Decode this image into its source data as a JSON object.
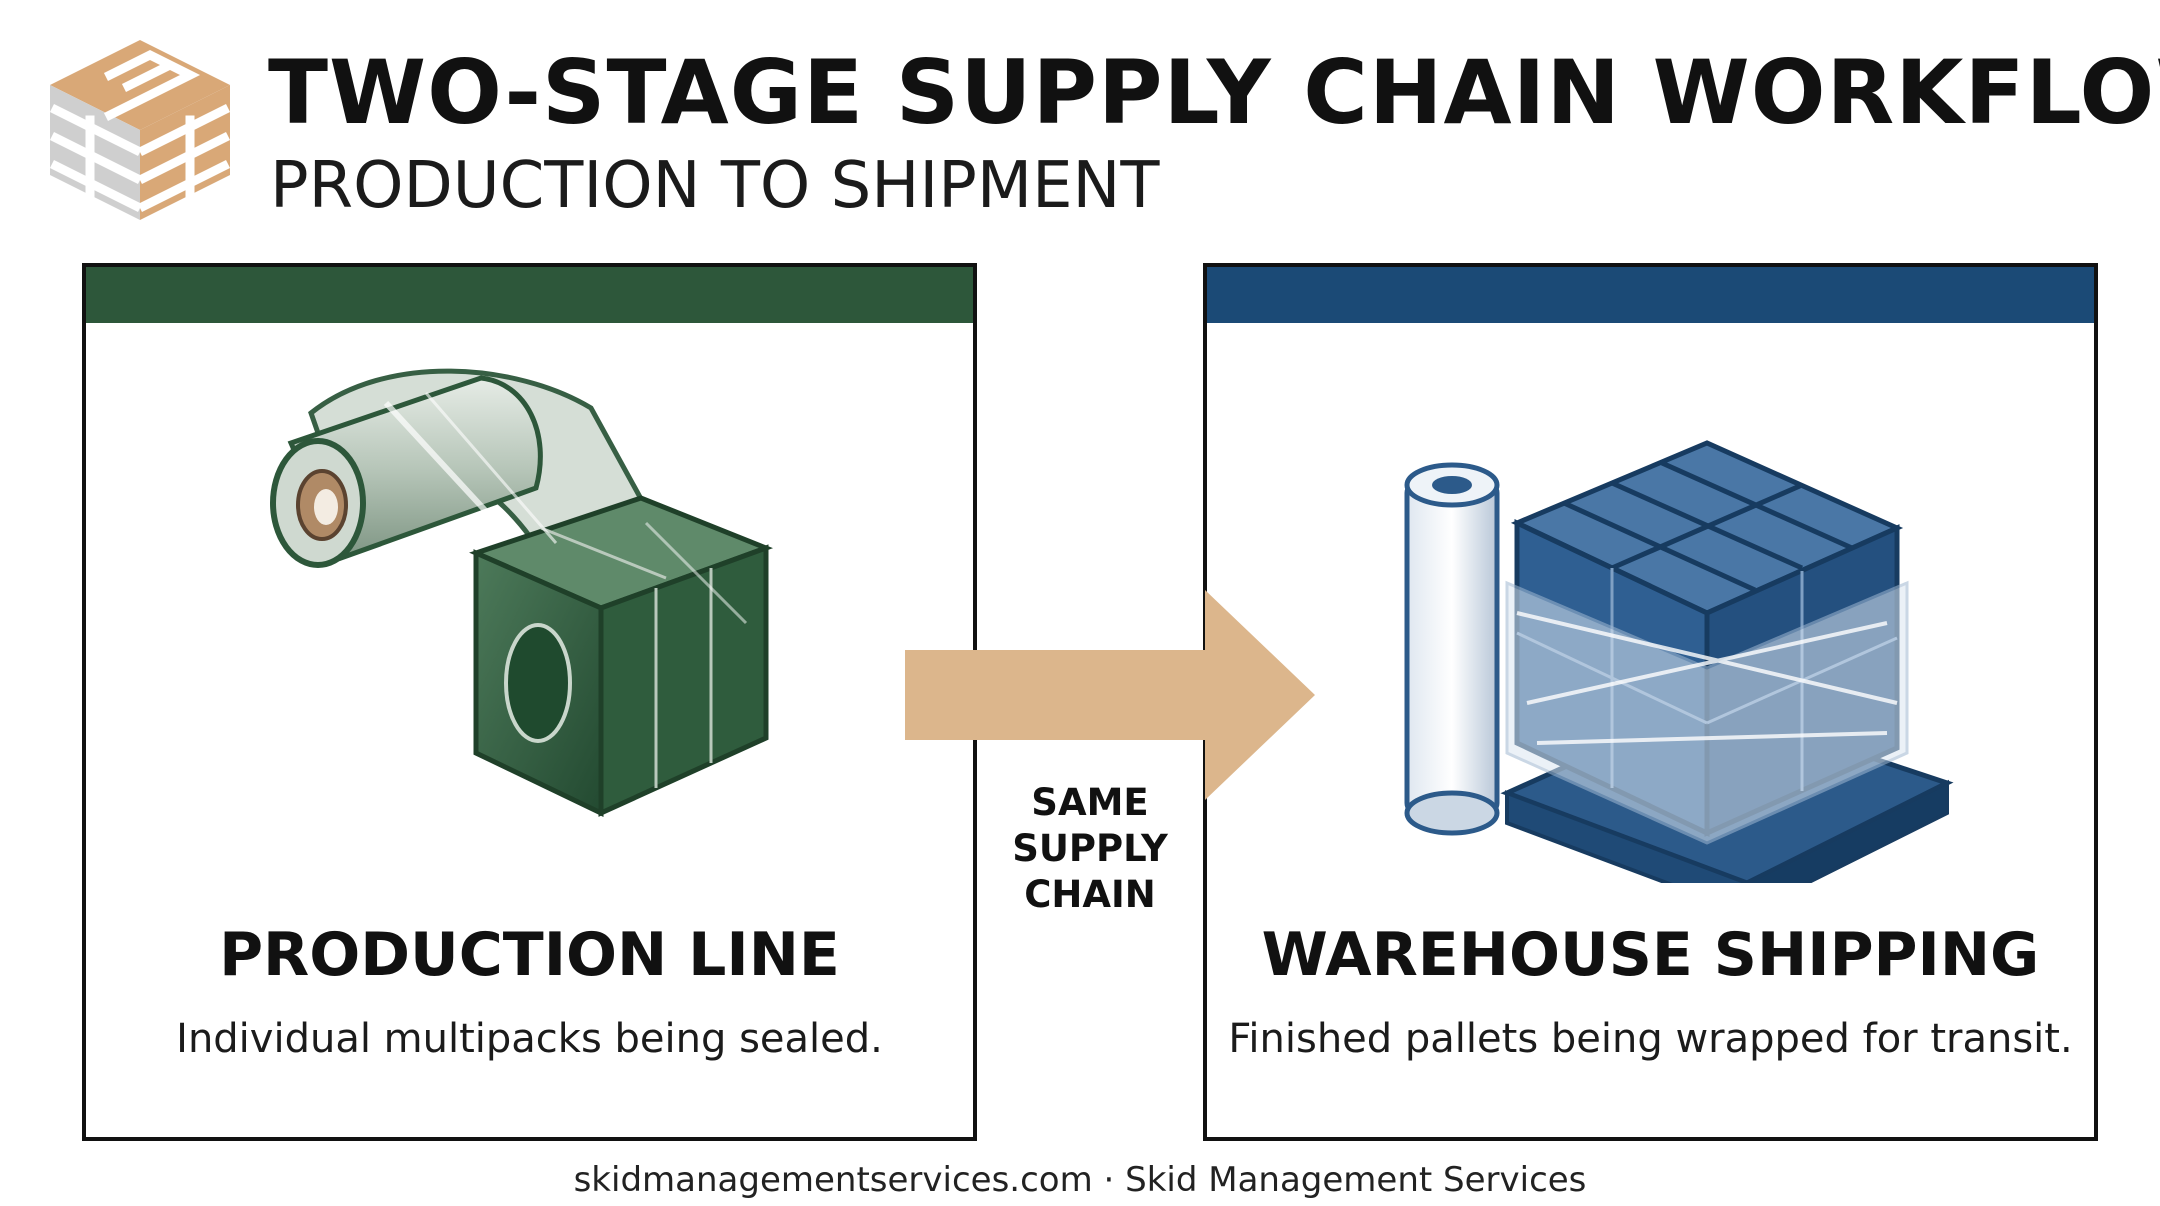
{
  "header": {
    "title": "TWO-STAGE SUPPLY CHAIN WORKFLOW",
    "subtitle": "PRODUCTION TO SHIPMENT",
    "logo_icon": "pallet-logo-icon"
  },
  "stages": [
    {
      "heading": "PRODUCTION LINE",
      "description": "Individual multipacks being sealed.",
      "accent": "#2d573a",
      "icon": "film-roll-multipack-icon"
    },
    {
      "heading": "WAREHOUSE SHIPPING",
      "description": "Finished pallets being wrapped for transit.",
      "accent": "#1b4a76",
      "icon": "wrapped-pallet-icon"
    }
  ],
  "connector": {
    "lines": [
      "SAME",
      "SUPPLY",
      "CHAIN"
    ],
    "color": "#dcb68c",
    "icon": "right-arrow-icon"
  },
  "footer": {
    "text": "skidmanagementservices.com · Skid Management Services"
  },
  "colors": {
    "logo_tan": "#d9a877",
    "logo_gray": "#c8c8c8"
  }
}
